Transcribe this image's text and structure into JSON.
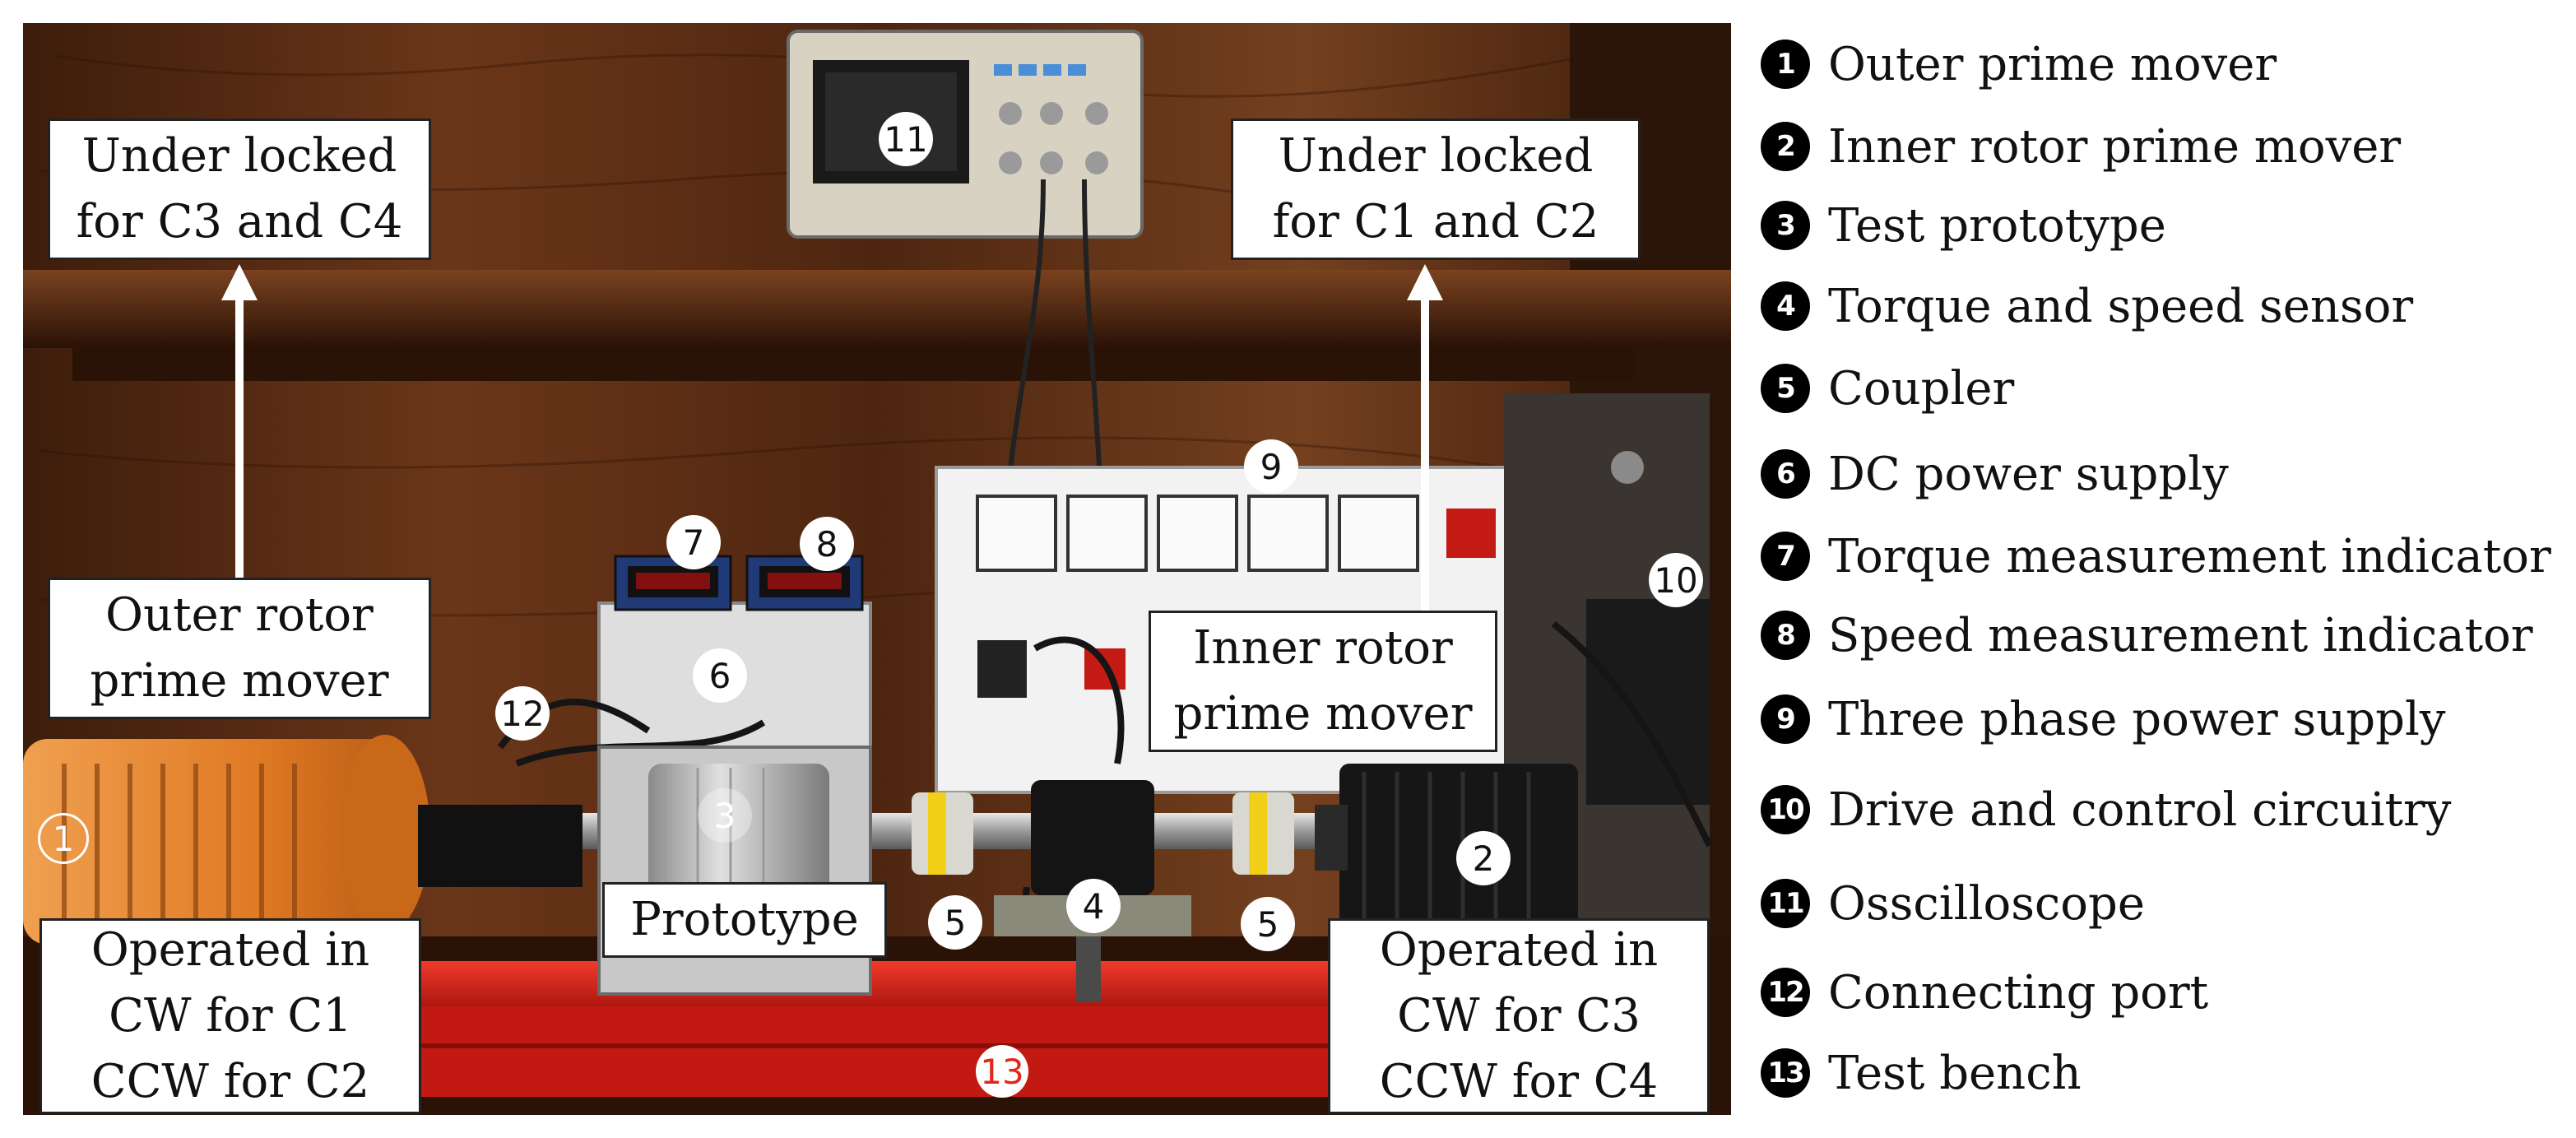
{
  "callouts": {
    "top_left": [
      "Under locked",
      "for C3 and C4"
    ],
    "top_right": [
      "Under locked",
      "for C1  and C2"
    ],
    "outer_rotor": [
      "Outer rotor",
      "prime mover"
    ],
    "inner_rotor": [
      "Inner rotor",
      "prime mover"
    ],
    "prototype": [
      "Prototype"
    ],
    "bottom_left": [
      "Operated in",
      "CW for C1",
      "CCW for C2"
    ],
    "bottom_right": [
      "Operated in",
      "CW for C3",
      "CCW for C4"
    ]
  },
  "markers": [
    "1",
    "2",
    "3",
    "4",
    "5",
    "5",
    "6",
    "7",
    "8",
    "9",
    "10",
    "11",
    "12",
    "13"
  ],
  "legend": [
    {
      "num": "1",
      "label": "Outer prime mover"
    },
    {
      "num": "2",
      "label": "Inner rotor prime mover"
    },
    {
      "num": "3",
      "label": "Test prototype"
    },
    {
      "num": "4",
      "label": "Torque and speed sensor"
    },
    {
      "num": "5",
      "label": "Coupler"
    },
    {
      "num": "6",
      "label": "DC power supply"
    },
    {
      "num": "7",
      "label": "Torque measurement indicator"
    },
    {
      "num": "8",
      "label": "Speed measurement indicator"
    },
    {
      "num": "9",
      "label": "Three phase power supply"
    },
    {
      "num": "10",
      "label": "Drive and control circuitry"
    },
    {
      "num": "11",
      "label": "Osscilloscope"
    },
    {
      "num": "12",
      "label": "Connecting port"
    },
    {
      "num": "13",
      "label": "Test bench"
    }
  ],
  "colors": {
    "wood": "#5a2e14",
    "bench": "#d8201a",
    "motor_outer": "#e8862e",
    "motor_inner": "#141414",
    "marker_red": "#e3261c"
  }
}
